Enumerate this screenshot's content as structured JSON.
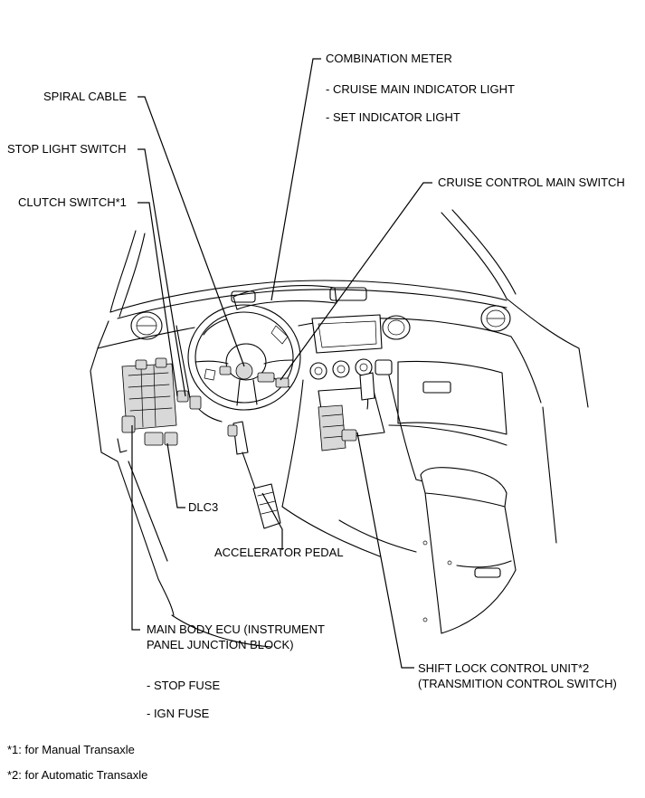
{
  "labels": {
    "combination_meter": "COMBINATION METER",
    "cruise_main_indicator": "- CRUISE MAIN INDICATOR LIGHT",
    "set_indicator": "- SET INDICATOR LIGHT",
    "spiral_cable": "SPIRAL CABLE",
    "stop_light_switch": "STOP LIGHT SWITCH",
    "cruise_control_main_switch": "CRUISE CONTROL MAIN SWITCH",
    "clutch_switch": "CLUTCH SWITCH*1",
    "dlc3": "DLC3",
    "accelerator_pedal": "ACCELERATOR PEDAL",
    "main_body_ecu_line1": "MAIN BODY ECU (INSTRUMENT",
    "main_body_ecu_line2": "PANEL JUNCTION BLOCK)",
    "shift_lock_line1": "SHIFT LOCK CONTROL UNIT*2",
    "shift_lock_line2": "(TRANSMITION CONTROL SWITCH)",
    "stop_fuse": "- STOP FUSE",
    "ign_fuse": "- IGN FUSE"
  },
  "footnotes": {
    "note1": "*1: for Manual Transaxle",
    "note2": "*2: for Automatic Transaxle"
  }
}
